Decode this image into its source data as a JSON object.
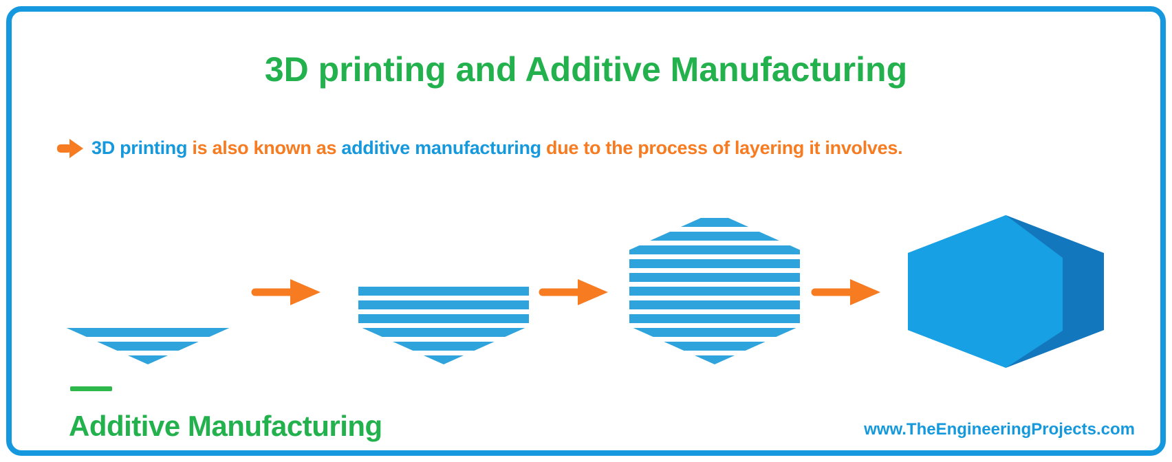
{
  "colors": {
    "green": "#23B14E",
    "blue": "#1699DC",
    "orange": "#F67B21",
    "stripe": "#2EA3DC",
    "hex_face": "#18A0E4",
    "hex_side": "#1377BE",
    "border": "#1698DF",
    "line_green": "#2EB84B"
  },
  "title": {
    "text": "3D printing and Additive Manufacturing"
  },
  "subtitle": {
    "bullet_icon": "arrow-right-icon",
    "segments": [
      {
        "text": "3D printing",
        "color": "blue"
      },
      {
        "text": " is also known as ",
        "color": "orange"
      },
      {
        "text": "additive manufacturing",
        "color": "blue"
      },
      {
        "text": " due to the process of layering it involves.",
        "color": "orange"
      }
    ]
  },
  "process": {
    "stages": [
      {
        "name": "first-layers-printed",
        "layers": 3
      },
      {
        "name": "lower-half-printed",
        "layers": 6
      },
      {
        "name": "all-layers-printed",
        "layers": 11
      },
      {
        "name": "finished-solid-part",
        "layers": "solid"
      }
    ]
  },
  "caption": {
    "text": "Additive Manufacturing"
  },
  "footer": {
    "website": "www.TheEngineeringProjects.com"
  }
}
